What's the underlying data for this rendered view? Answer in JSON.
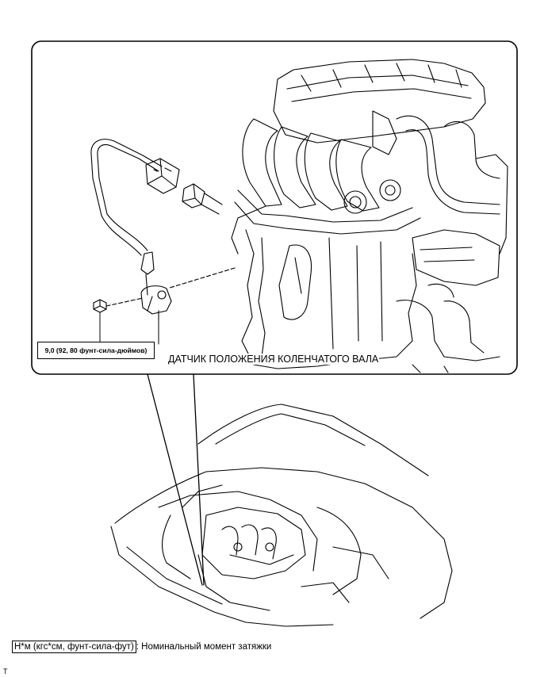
{
  "callouts": {
    "torque_value": "9,0 (92, 80 фунт-сила-дюймов)",
    "part_name": "ДАТЧИК ПОЛОЖЕНИЯ КОЛЕНЧАТОГО ВАЛА"
  },
  "legend": {
    "unit_box": "Н*м (кгс*см, фунт-сила-фут)",
    "description": ": Номинальный момент затяжки"
  },
  "corner_mark": "T",
  "colors": {
    "line": "#000000",
    "background": "#ffffff"
  }
}
